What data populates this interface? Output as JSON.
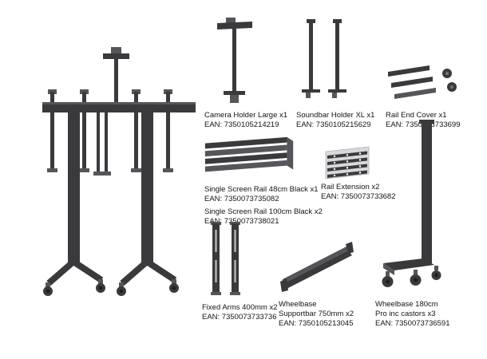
{
  "page": {
    "background": "#ffffff",
    "description_colors": {
      "part_dark": "#3a3a3d",
      "part_mid": "#55555a",
      "text": "#141414"
    }
  },
  "parts": {
    "camera_holder": {
      "name": "Camera Holder Large x1",
      "ean": "EAN: 7350105214219"
    },
    "soundbar_holder": {
      "name": "Soundbar Holder XL x1",
      "ean": "EAN: 7350105215629"
    },
    "rail_end_cover": {
      "name": "Rail End Cover x1",
      "ean": "EAN: 7350073733699"
    },
    "rail_48": {
      "name": "Single Screen Rail 48cm Black x1",
      "ean": "EAN: 7350073735082"
    },
    "rail_100": {
      "name": "Single Screen Rail 100cm Black x2",
      "ean": "EAN: 7350073738021"
    },
    "rail_extension": {
      "name": "Rail Extension x2",
      "ean": "EAN: 7350073733682"
    },
    "fixed_arms": {
      "name": "Fixed Arms 400mm x2",
      "ean": "EAN: 7350073733736"
    },
    "supportbar": {
      "name_line1": "Wheelbase",
      "name_line2": "Supportbar 750mm x2",
      "ean": "EAN: 7350105213045"
    },
    "wheelbase180": {
      "name_line1": "Wheelbase 180cm",
      "name_line2": "Pro inc castors x3",
      "ean": "EAN: 7350073736591"
    }
  }
}
